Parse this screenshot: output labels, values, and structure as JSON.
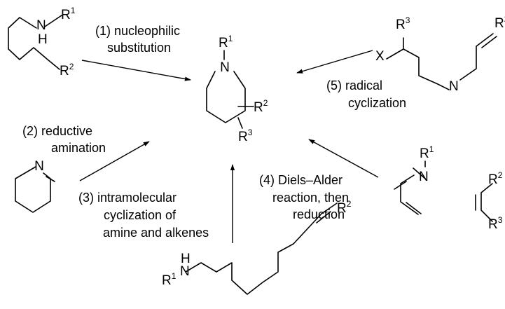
{
  "atoms": {
    "N": "N",
    "H": "H",
    "X": "X",
    "R": "R",
    "sup1": "1",
    "sup2": "2",
    "sup3": "3"
  },
  "routes": [
    {
      "id": 1,
      "lines": [
        "(1) nucleophilic",
        "substitution"
      ]
    },
    {
      "id": 2,
      "lines": [
        "(2) reductive",
        "amination"
      ]
    },
    {
      "id": 3,
      "lines": [
        "(3) intramolecular",
        "cyclization of",
        "amine and alkenes"
      ]
    },
    {
      "id": 4,
      "lines": [
        "(4) Diels–Alder",
        "reaction, then",
        "reduction"
      ]
    },
    {
      "id": 5,
      "lines": [
        "(5) radical",
        "cyclization"
      ]
    }
  ]
}
